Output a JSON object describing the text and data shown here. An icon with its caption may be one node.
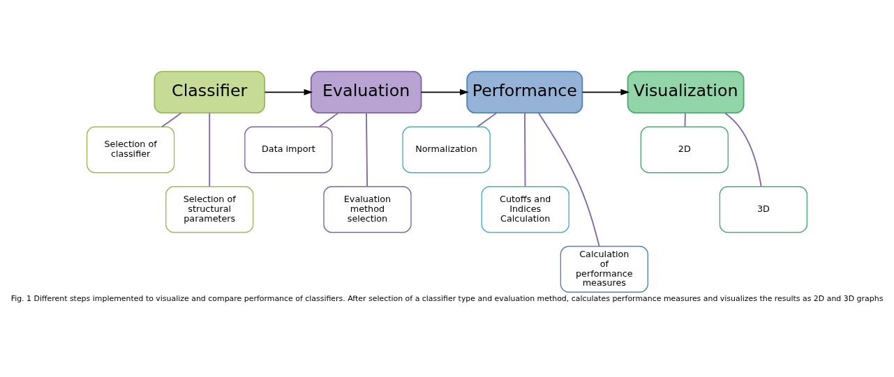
{
  "diagram": {
    "caption": "Fig. 1 Different steps implemented to visualize and compare performance of classifiers. After selection of a classifier type and evaluation method, calculates performance measures and visualizes the results as 2D and 3D graphs",
    "nodes": [
      {
        "text": [
          "Classifier"
        ]
      },
      {
        "text": [
          "Evaluation"
        ]
      },
      {
        "text": [
          "Performance"
        ]
      },
      {
        "text": [
          "Visualization"
        ]
      },
      {
        "text": [
          "Selection of classifier"
        ]
      },
      {
        "text": [
          "Selection of structural parameters"
        ]
      },
      {
        "text": [
          "Data import"
        ]
      },
      {
        "text": [
          "Evaluation method selection"
        ]
      },
      {
        "text": [
          "Normalization"
        ]
      },
      {
        "text": [
          "Cutoffs and Indices Calculation"
        ]
      },
      {
        "text": [
          "Calculation of performance measures"
        ]
      },
      {
        "text": [
          "2D"
        ]
      },
      {
        "text": [
          "3D"
        ]
      }
    ],
    "edges": [
      {
        "from": 0,
        "to": 1,
        "arrow": "to",
        "color": "#000000"
      },
      {
        "from": 1,
        "to": 2,
        "arrow": "to",
        "color": "#000000"
      },
      {
        "from": 2,
        "to": 3,
        "arrow": "to",
        "color": "#000000"
      },
      {
        "from": 0,
        "to": 4,
        "arrow": "none",
        "color": "#8064a2"
      },
      {
        "from": 0,
        "to": 5,
        "arrow": "none",
        "color": "#8064a2"
      },
      {
        "from": 1,
        "to": 6,
        "arrow": "none",
        "color": "#8064a2"
      },
      {
        "from": 1,
        "to": 7,
        "arrow": "none",
        "color": "#8064a2"
      },
      {
        "from": 2,
        "to": 8,
        "arrow": "none",
        "color": "#8064a2"
      },
      {
        "from": 2,
        "to": 9,
        "arrow": "none",
        "color": "#8064a2"
      },
      {
        "from": 2,
        "to": 10,
        "arrow": "none",
        "color": "#8064a2"
      },
      {
        "from": 3,
        "to": 11,
        "arrow": "none",
        "color": "#8064a2"
      },
      {
        "from": 3,
        "to": 12,
        "arrow": "none",
        "color": "#8064a2"
      }
    ]
  }
}
